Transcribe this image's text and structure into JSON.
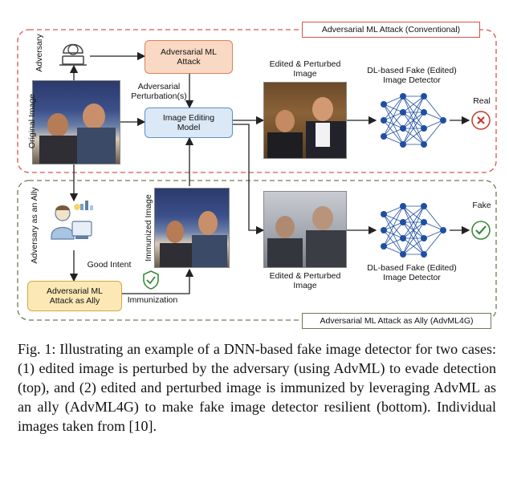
{
  "regions": {
    "top_label": "Adversarial ML Attack (Conventional)",
    "bottom_label": "Adversarial ML Attack as Ally (AdvML4G)"
  },
  "nodes": {
    "adversary": "Adversary",
    "original_image": "Original Image",
    "adversarial_ml_attack": "Adversarial ML\nAttack",
    "adversarial_perturbations": "Adversarial\nPerturbation(s)",
    "image_editing_model": "Image Editing\nModel",
    "edited_perturbed_top": "Edited & Perturbed\nImage",
    "detector_top": "DL-based Fake (Edited)\nImage Detector",
    "real": "Real",
    "adversary_as_ally": "Adversary as an Ally",
    "good_intent": "Good Intent",
    "immunized_image": "Immunized Image",
    "adversarial_ml_attack_ally": "Adversarial ML\nAttack as Ally",
    "immunization": "Immunization",
    "edited_perturbed_bottom": "Edited & Perturbed\nImage",
    "detector_bottom": "DL-based Fake (Edited)\nImage Detector",
    "fake": "Fake"
  },
  "caption": "Fig. 1: Illustrating an example of a DNN-based fake image detector for two cases: (1) edited image is perturbed by the adversary (using AdvML) to evade detection (top), and (2) edited and perturbed image is immunized by leveraging AdvML as an ally (AdvML4G) to make fake image detector resilient (bottom). Individual images taken from [10].",
  "colors": {
    "top_border": "#d9534f",
    "bottom_border": "#6b7d4f",
    "attack_box_fill": "#f9d9c4",
    "attack_box_border": "#d9825b",
    "editing_box_fill": "#dbe8f5",
    "editing_box_border": "#5b8fc7",
    "ally_box_fill": "#fbe8b5",
    "ally_box_border": "#d6a840",
    "network": "#1f4fa3",
    "real_mark": "#c0392b",
    "fake_mark": "#3a8a3a"
  },
  "icons": [
    "hacker-icon",
    "helper-person-icon",
    "shield-check-icon",
    "x-circle-icon",
    "check-circle-icon",
    "neural-network-icon"
  ]
}
